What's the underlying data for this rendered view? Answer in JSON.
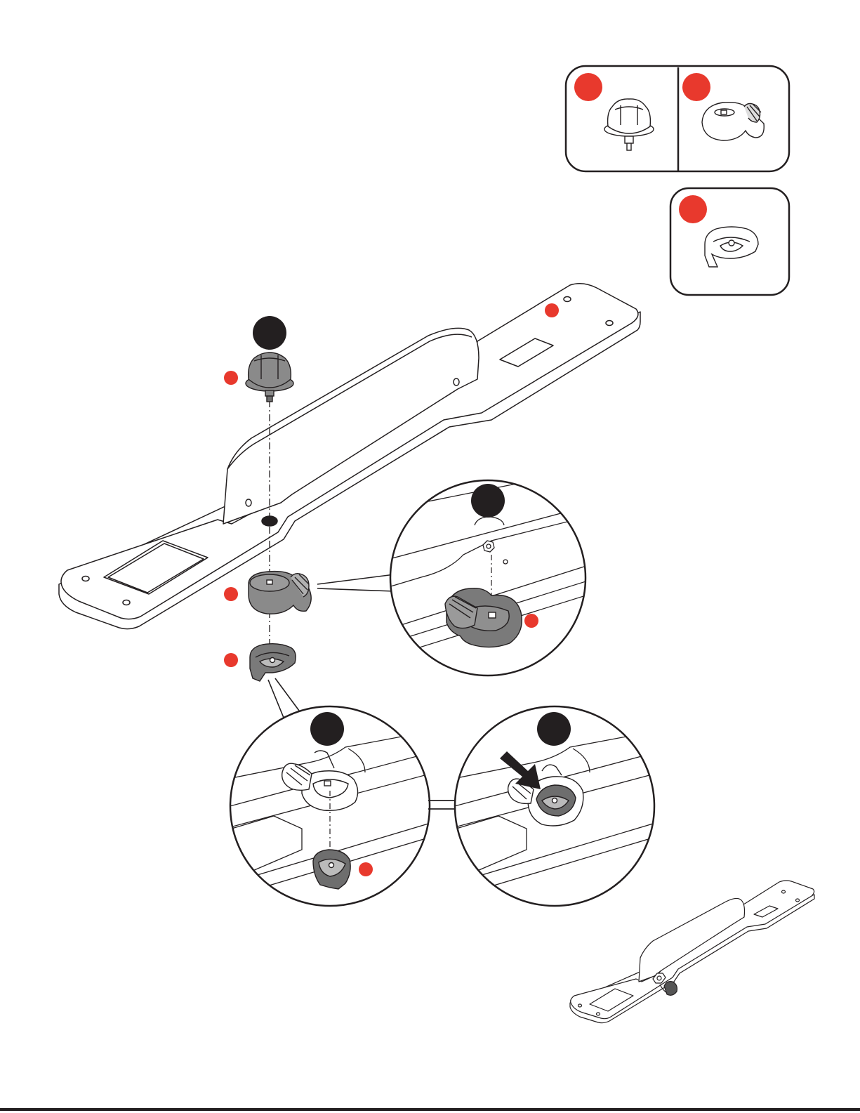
{
  "page": {
    "background": "#ffffff",
    "line_color": "#231f20",
    "part_fill": "#8a8a8a",
    "part_fill_dark": "#6e6e6e",
    "callout_red": "#e8392d",
    "step_black": "#231f20"
  },
  "legend": {
    "panels": [
      {
        "part": "cam-bolt",
        "callout": "red-dot"
      },
      {
        "part": "cam-lock",
        "callout": "red-dot"
      },
      {
        "part": "cam-cover",
        "callout": "red-dot"
      }
    ]
  },
  "main": {
    "board": "handle-board",
    "parts_order": [
      "cam-bolt",
      "cam-lock",
      "cam-cover"
    ],
    "steps": [
      {
        "id": "step-a",
        "color": "black"
      },
      {
        "id": "step-b",
        "color": "black"
      },
      {
        "id": "step-c",
        "color": "black"
      },
      {
        "id": "step-d",
        "color": "black"
      }
    ]
  },
  "result": {
    "view": "assembled-handle"
  }
}
